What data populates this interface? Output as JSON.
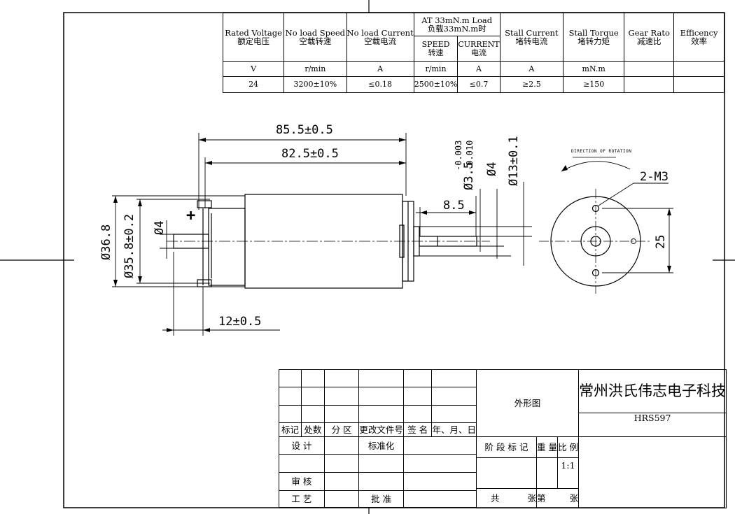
{
  "spec_table": {
    "headers": {
      "rated_voltage_en": "Rated Voltage",
      "rated_voltage_cn": "额定电压",
      "no_load_speed_en": "No load Speed",
      "no_load_speed_cn": "空载转速",
      "no_load_current_en": "No load Current",
      "no_load_current_cn": "空载电流",
      "at_load_en": "AT 33mN.m Load",
      "at_load_cn": "负载33mN.m时",
      "speed_en": "SPEED",
      "speed_cn": "转速",
      "current_en": "CURRENT",
      "current_cn": "电流",
      "stall_current_en": "Stall Current",
      "stall_current_cn": "堵转电流",
      "stall_torque_en": "Stall Torque",
      "stall_torque_cn": "堵转力矩",
      "gear_ratio_en": "Gear Rato",
      "gear_ratio_cn": "减速比",
      "efficiency_en": "Efficency",
      "efficiency_cn": "效率"
    },
    "units": [
      "V",
      "r/min",
      "A",
      "r/min",
      "A",
      "A",
      "mN.m",
      "",
      ""
    ],
    "values": [
      "24",
      "3200±10%",
      "≤0.18",
      "2500±10%",
      "≤0.7",
      "≥2.5",
      "≥150",
      "",
      ""
    ]
  },
  "dimensions": {
    "overall_length": "85.5±0.5",
    "body_length": "82.5±0.5",
    "shaft_length": "8.5",
    "shaft_tolerance": "-0.003",
    "shaft_tolerance2": "-0.010",
    "shaft_dia": "Ø3.5",
    "boss_dia": "Ø4",
    "flange_dia": "Ø13±0.1",
    "outer_dia": "Ø36.8",
    "body_dia": "Ø35.8±0.2",
    "rear_shaft_dia": "Ø4",
    "rear_shaft_length": "12±0.5",
    "mount_holes": "2-M3",
    "hole_spacing": "25",
    "rotation_label": "DIRECTION OF ROTATION",
    "polarity": "+"
  },
  "title_block": {
    "drawing_name": "外形图",
    "company": "常州洪氏伟志电子科技",
    "part_number": "HRS597",
    "rev_headers": [
      "标记",
      "处数",
      "分 区",
      "更改文件号",
      "签 名",
      "年、月、日"
    ],
    "design": "设 计",
    "standardization": "标准化",
    "review": "审 核",
    "process": "工 艺",
    "approve": "批 准",
    "stage_mark": "阶 段 标 记",
    "weight": "重 量",
    "scale_label": "比 例",
    "scale_value": "1:1",
    "sheets_total": "共",
    "sheets_zhang": "张",
    "sheet_no": "第",
    "sheet_zhang": "张"
  }
}
